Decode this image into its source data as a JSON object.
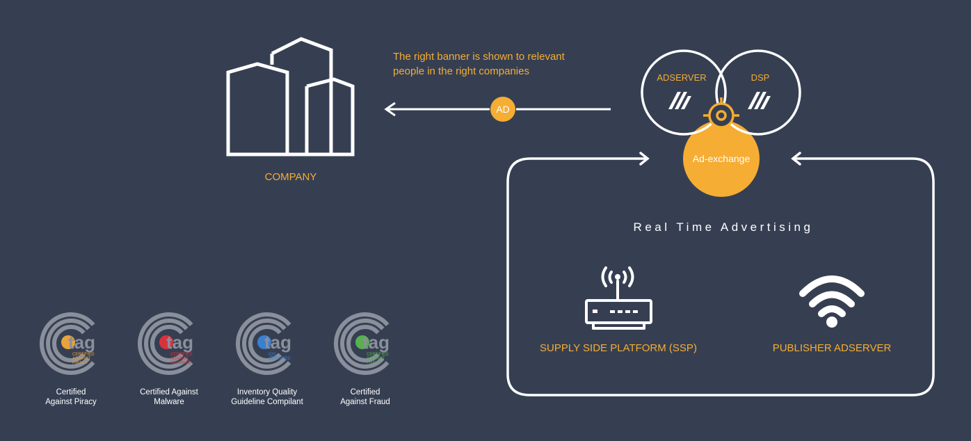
{
  "colors": {
    "background": "#363f52",
    "accent": "#f5ad33",
    "line": "#ffffff",
    "badge_gray": "#8a909b"
  },
  "diagram": {
    "description": "The right banner is shown to relevant\npeople in the right companies",
    "ad_badge": "AD",
    "company_label": "COMPANY",
    "adserver_label": "ADSERVER",
    "dsp_label": "DSP",
    "exchange_label": "Ad-exchange",
    "rta_title": "Real Time Advertising",
    "ssp_label": "SUPPLY SIDE PLATFORM (SSP)",
    "publisher_label": "PUBLISHER ADSERVER"
  },
  "icons": {
    "company": "buildings-icon",
    "adserver": "adform-logo-icon",
    "dsp": "adform-logo-icon",
    "target": "crosshair-icon",
    "ssp": "router-icon",
    "publisher": "wifi-icon",
    "cert": "tag-seal-icon"
  },
  "certifications": [
    {
      "seal_word": "tag",
      "seal_lines": [
        "CERTIFIED",
        "AGAINST",
        "PIRACY"
      ],
      "color": "#e8a33a",
      "caption": "Certified\nAgainst Piracy"
    },
    {
      "seal_word": "tag",
      "seal_lines": [
        "CERTIFIED",
        "AGAINST",
        "MALWARE"
      ],
      "color": "#d9323c",
      "caption": "Certified Against\nMalware"
    },
    {
      "seal_word": "tag",
      "seal_lines": [
        "IQG",
        "CERTIFIED"
      ],
      "color": "#3b7fd0",
      "caption": "Inventory Quality\nGuideline Compilant"
    },
    {
      "seal_word": "tag",
      "seal_lines": [
        "CERTIFIED",
        "AGAINST",
        "FRAUD"
      ],
      "color": "#58b04f",
      "caption": "Certified\nAgainst Fraud"
    }
  ]
}
